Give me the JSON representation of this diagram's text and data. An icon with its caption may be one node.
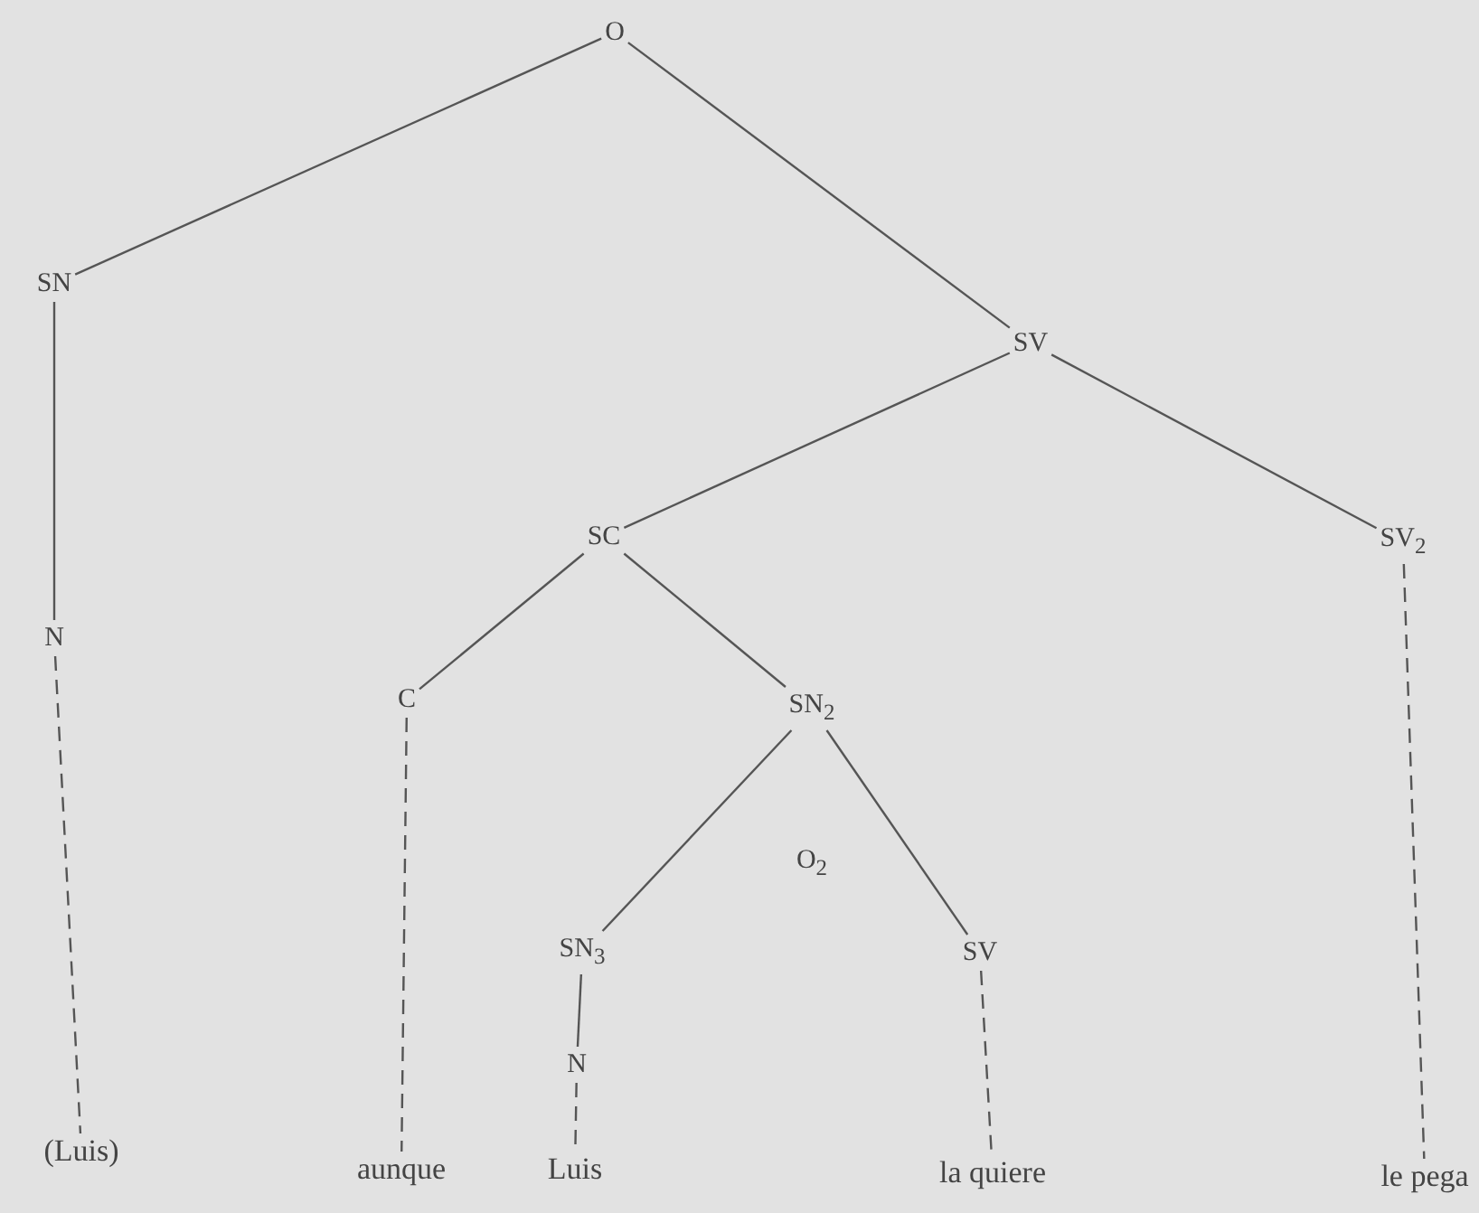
{
  "diagram": {
    "nodes": [
      {
        "text": [
          "O"
        ]
      },
      {
        "text": [
          "SN"
        ]
      },
      {
        "text": [
          "SV"
        ]
      },
      {
        "text": [
          "N"
        ]
      },
      {
        "text": [
          "SC"
        ]
      },
      {
        "text": [
          "SV$_{2}$"
        ]
      },
      {
        "text": [
          "C"
        ]
      },
      {
        "text": [
          "SN$_{2}$"
        ]
      },
      {
        "text": [
          "SN$_{3}$"
        ]
      },
      {
        "text": [
          "SV"
        ]
      },
      {
        "text": [
          "N"
        ]
      },
      {
        "text": [
          "(Luis)"
        ]
      },
      {
        "text": [
          "aunque"
        ]
      },
      {
        "text": [
          "Luis"
        ]
      },
      {
        "text": [
          "la quiere"
        ]
      },
      {
        "text": [
          "le pega"
        ]
      }
    ],
    "edges": [
      {
        "from": 0,
        "to": 1,
        "arrow": "none"
      },
      {
        "from": 0,
        "to": 2,
        "arrow": "none"
      },
      {
        "from": 1,
        "to": 3,
        "arrow": "none"
      },
      {
        "from": 3,
        "to": 11,
        "arrow": "none",
        "style": "dashed"
      },
      {
        "from": 2,
        "to": 4,
        "arrow": "none"
      },
      {
        "from": 2,
        "to": 5,
        "arrow": "none"
      },
      {
        "from": 4,
        "to": 6,
        "arrow": "none"
      },
      {
        "from": 4,
        "to": 7,
        "arrow": "none"
      },
      {
        "from": 6,
        "to": 12,
        "arrow": "none",
        "style": "dashed"
      },
      {
        "from": 7,
        "to": 8,
        "arrow": "none"
      },
      {
        "from": 7,
        "to": 9,
        "arrow": "none"
      },
      {
        "from": 8,
        "to": 10,
        "arrow": "none"
      },
      {
        "from": 10,
        "to": 13,
        "arrow": "none",
        "style": "dashed"
      },
      {
        "from": 9,
        "to": 14,
        "arrow": "none",
        "style": "dashed"
      },
      {
        "from": 5,
        "to": 15,
        "arrow": "none",
        "style": "dashed"
      }
    ],
    "labels": [
      "O$_{2}$"
    ]
  }
}
